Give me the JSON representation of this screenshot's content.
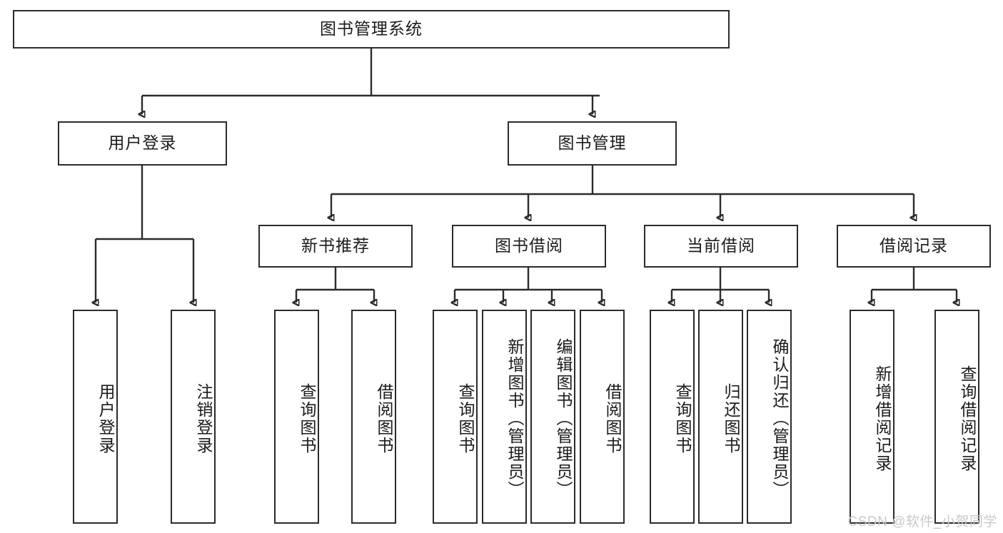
{
  "diagram": {
    "title": "图书管理系统",
    "type": "hierarchy-tree",
    "watermark": "CSDN @软件_小贺同学",
    "colors": {
      "stroke": "#2b2b2b",
      "background": "#ffffff",
      "text": "#1b1b1b",
      "watermark": "#c9c9c9"
    },
    "levels": {
      "root": {
        "label": "图书管理系统"
      },
      "level2": [
        {
          "id": "user-login",
          "label": "用户登录"
        },
        {
          "id": "book-management",
          "label": "图书管理"
        }
      ],
      "level3": [
        {
          "id": "new-book-recommend",
          "label": "新书推荐",
          "parent": "book-management"
        },
        {
          "id": "book-borrow",
          "label": "图书借阅",
          "parent": "book-management"
        },
        {
          "id": "current-borrow",
          "label": "当前借阅",
          "parent": "book-management"
        },
        {
          "id": "borrow-record",
          "label": "借阅记录",
          "parent": "book-management"
        }
      ],
      "leaves": [
        {
          "id": "leaf-user-login",
          "label": "用户登录",
          "parent": "user-login"
        },
        {
          "id": "leaf-logout",
          "label": "注销登录",
          "parent": "user-login"
        },
        {
          "id": "leaf-query-book-1",
          "label": "查询图书",
          "parent": "new-book-recommend"
        },
        {
          "id": "leaf-borrow-book-1",
          "label": "借阅图书",
          "parent": "new-book-recommend"
        },
        {
          "id": "leaf-query-book-2",
          "label": "查询图书",
          "parent": "book-borrow"
        },
        {
          "id": "leaf-add-book",
          "label": "新增图书（管理员）",
          "parent": "book-borrow"
        },
        {
          "id": "leaf-edit-book",
          "label": "编辑图书（管理员）",
          "parent": "book-borrow"
        },
        {
          "id": "leaf-borrow-book-2",
          "label": "借阅图书",
          "parent": "book-borrow"
        },
        {
          "id": "leaf-query-book-3",
          "label": "查询图书",
          "parent": "current-borrow"
        },
        {
          "id": "leaf-return-book",
          "label": "归还图书",
          "parent": "current-borrow"
        },
        {
          "id": "leaf-confirm-return",
          "label": "确认归还（管理员）",
          "parent": "current-borrow"
        },
        {
          "id": "leaf-add-record",
          "label": "新增借阅记录",
          "parent": "borrow-record"
        },
        {
          "id": "leaf-query-record",
          "label": "查询借阅记录",
          "parent": "borrow-record"
        }
      ]
    }
  }
}
